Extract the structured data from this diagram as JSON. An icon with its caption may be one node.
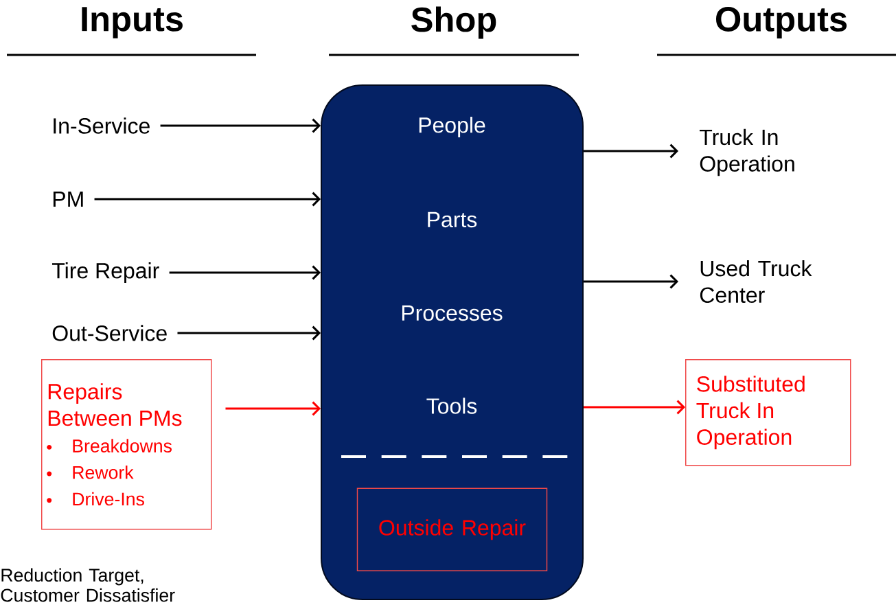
{
  "diagram": {
    "nodes": [
      {
        "text": [
          "In-Service"
        ]
      },
      {
        "text": [
          "PM"
        ]
      },
      {
        "text": [
          "Tire Repair"
        ]
      },
      {
        "text": [
          "Out-Service"
        ]
      },
      {
        "text": [
          "Repairs Between PMs",
          "Breakdowns",
          "Rework",
          "Drive-Ins"
        ]
      },
      {
        "text": [
          "People",
          "Parts",
          "Processes",
          "Tools"
        ]
      },
      {
        "text": [
          "Outside Repair"
        ],
        "in": 5
      },
      {
        "text": [
          "Truck In Operation"
        ]
      },
      {
        "text": [
          "Used Truck Center"
        ]
      },
      {
        "text": [
          "Substituted Truck In Operation"
        ]
      }
    ],
    "edges": [
      {
        "from": 0,
        "to": 5,
        "arrow": "to"
      },
      {
        "from": 1,
        "to": 5,
        "arrow": "to"
      },
      {
        "from": 2,
        "to": 5,
        "arrow": "to"
      },
      {
        "from": 3,
        "to": 5,
        "arrow": "to"
      },
      {
        "from": 4,
        "to": 5,
        "arrow": "to",
        "color": "#ff0000"
      },
      {
        "from": 5,
        "to": 7,
        "arrow": "to"
      },
      {
        "from": 5,
        "to": 8,
        "arrow": "to"
      },
      {
        "from": 5,
        "to": 9,
        "arrow": "to",
        "color": "#ff0000"
      }
    ],
    "labels": [
      "Inputs",
      "Shop",
      "Outputs",
      "Reduction Target, Customer Dissatisfier"
    ]
  }
}
